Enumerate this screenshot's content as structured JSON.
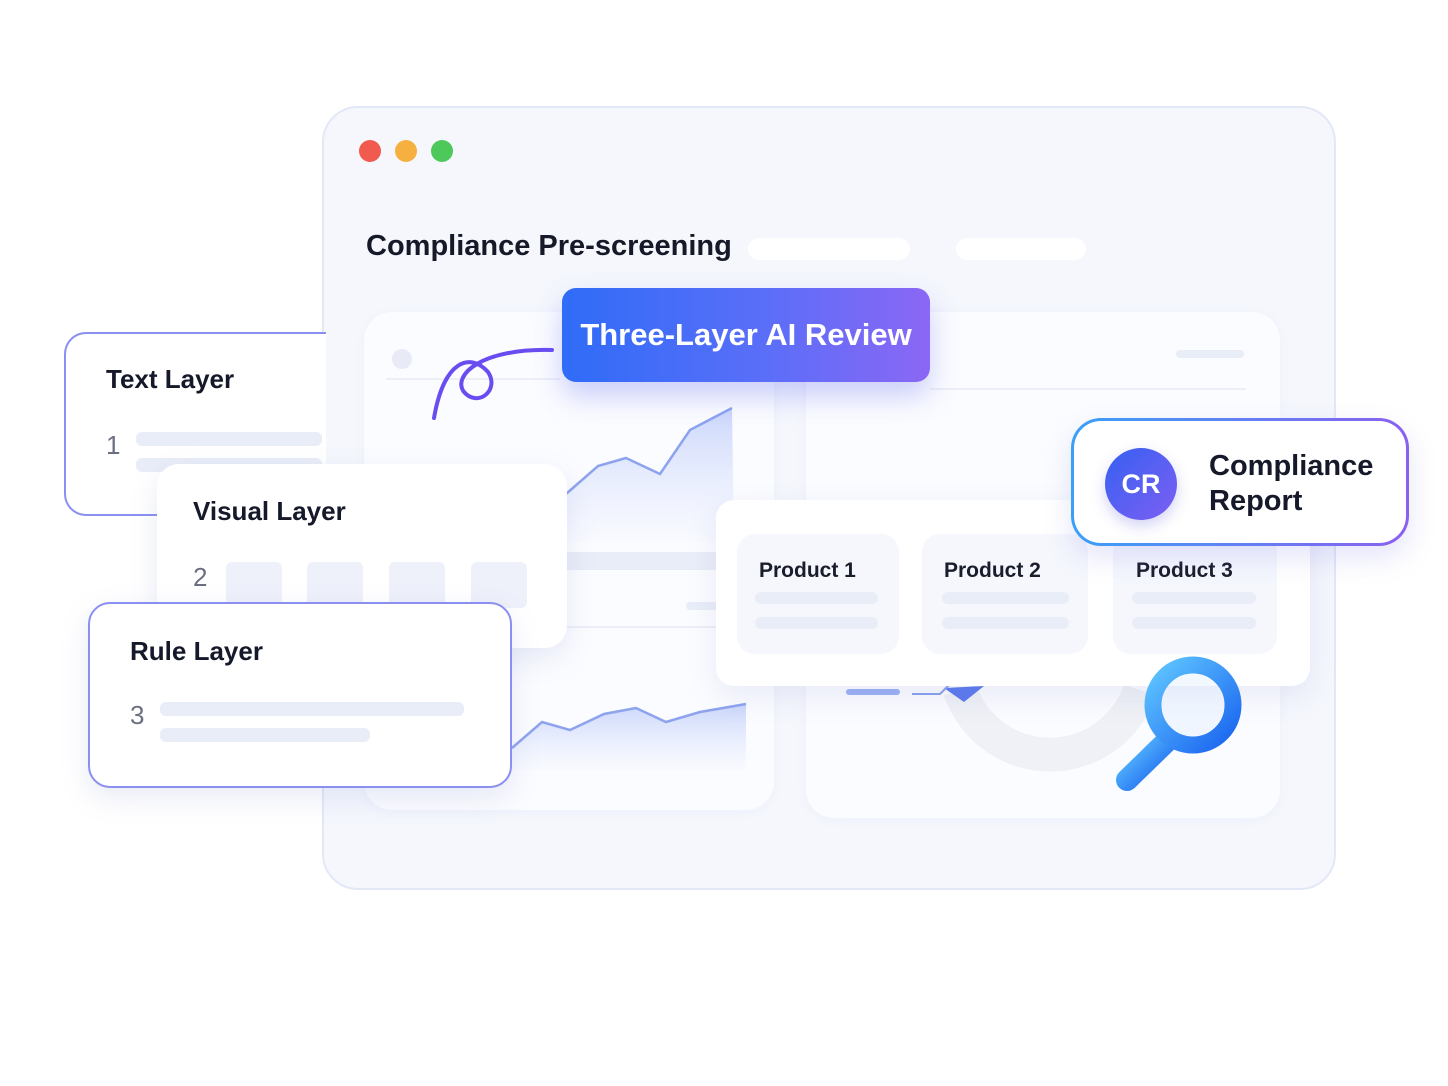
{
  "window": {
    "title": "Compliance Pre-screening",
    "controls": [
      "close",
      "minimize",
      "maximize"
    ],
    "control_colors": {
      "close": "#f05a4f",
      "minimize": "#f5b040",
      "maximize": "#4cc95a"
    }
  },
  "banner": {
    "label": "Three-Layer AI Review"
  },
  "layers": [
    {
      "title": "Text Layer",
      "number": "1"
    },
    {
      "title": "Visual Layer",
      "number": "2"
    },
    {
      "title": "Rule Layer",
      "number": "3"
    }
  ],
  "products": [
    {
      "label": "Product 1"
    },
    {
      "label": "Product 2"
    },
    {
      "label": "Product 3"
    }
  ],
  "report": {
    "avatar_initials": "CR",
    "title": "Compliance Report",
    "icon": "magnifier-icon"
  },
  "colors": {
    "accent_blue": "#2f6cf7",
    "accent_purple": "#8b67f5"
  }
}
